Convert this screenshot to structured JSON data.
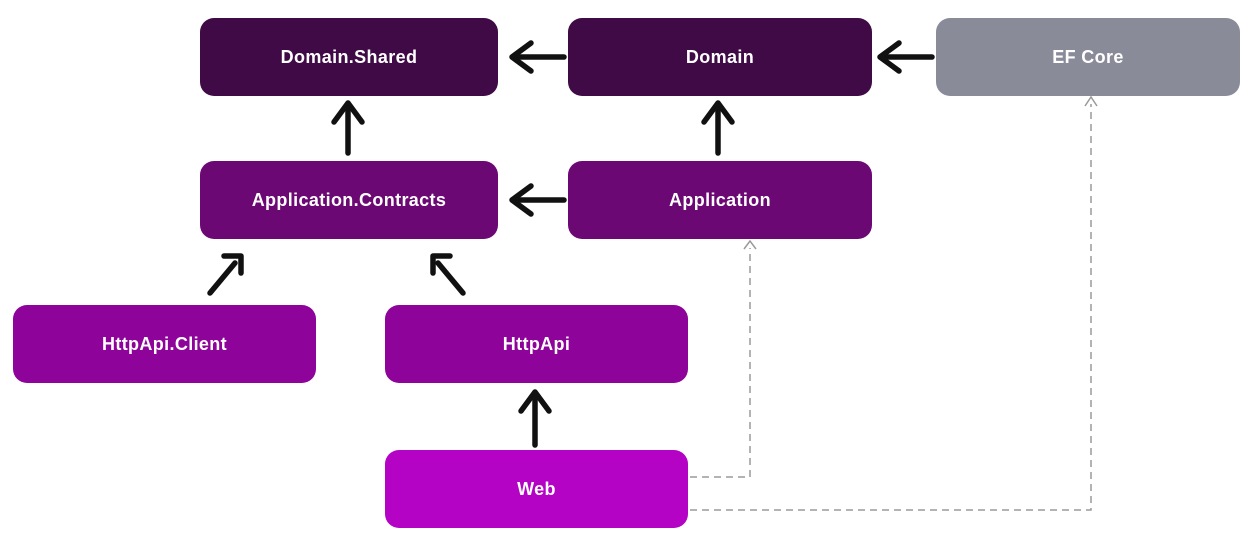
{
  "diagram": {
    "type": "dependency-diagram",
    "nodes": [
      {
        "id": "domain-shared",
        "label": "Domain.Shared",
        "color_key": "dark_purple"
      },
      {
        "id": "domain",
        "label": "Domain",
        "color_key": "dark_purple"
      },
      {
        "id": "ef-core",
        "label": "EF Core",
        "color_key": "gray"
      },
      {
        "id": "application-contracts",
        "label": "Application.Contracts",
        "color_key": "purple"
      },
      {
        "id": "application",
        "label": "Application",
        "color_key": "purple"
      },
      {
        "id": "httpapi-client",
        "label": "HttpApi.Client",
        "color_key": "bright_purple"
      },
      {
        "id": "httpapi",
        "label": "HttpApi",
        "color_key": "bright_purple"
      },
      {
        "id": "web",
        "label": "Web",
        "color_key": "magenta"
      }
    ],
    "edges": [
      {
        "from": "Domain",
        "to": "Domain.Shared",
        "style": "solid"
      },
      {
        "from": "EF Core",
        "to": "Domain",
        "style": "solid"
      },
      {
        "from": "Application.Contracts",
        "to": "Domain.Shared",
        "style": "solid"
      },
      {
        "from": "Application",
        "to": "Domain",
        "style": "solid"
      },
      {
        "from": "Application",
        "to": "Application.Contracts",
        "style": "solid"
      },
      {
        "from": "HttpApi.Client",
        "to": "Application.Contracts",
        "style": "solid"
      },
      {
        "from": "HttpApi",
        "to": "Application.Contracts",
        "style": "solid"
      },
      {
        "from": "Web",
        "to": "HttpApi",
        "style": "solid"
      },
      {
        "from": "Web",
        "to": "Application",
        "style": "dashed"
      },
      {
        "from": "Web",
        "to": "EF Core",
        "style": "dashed"
      }
    ]
  },
  "colors": {
    "dark_purple": "#400A46",
    "purple": "#6C0873",
    "bright_purple": "#8E0399",
    "magenta": "#B503C6",
    "gray": "#8A8B99",
    "arrow": "#111111",
    "dashed": "#9A9A9A",
    "text": "#FFFFFF",
    "background": "#FFFFFF"
  }
}
